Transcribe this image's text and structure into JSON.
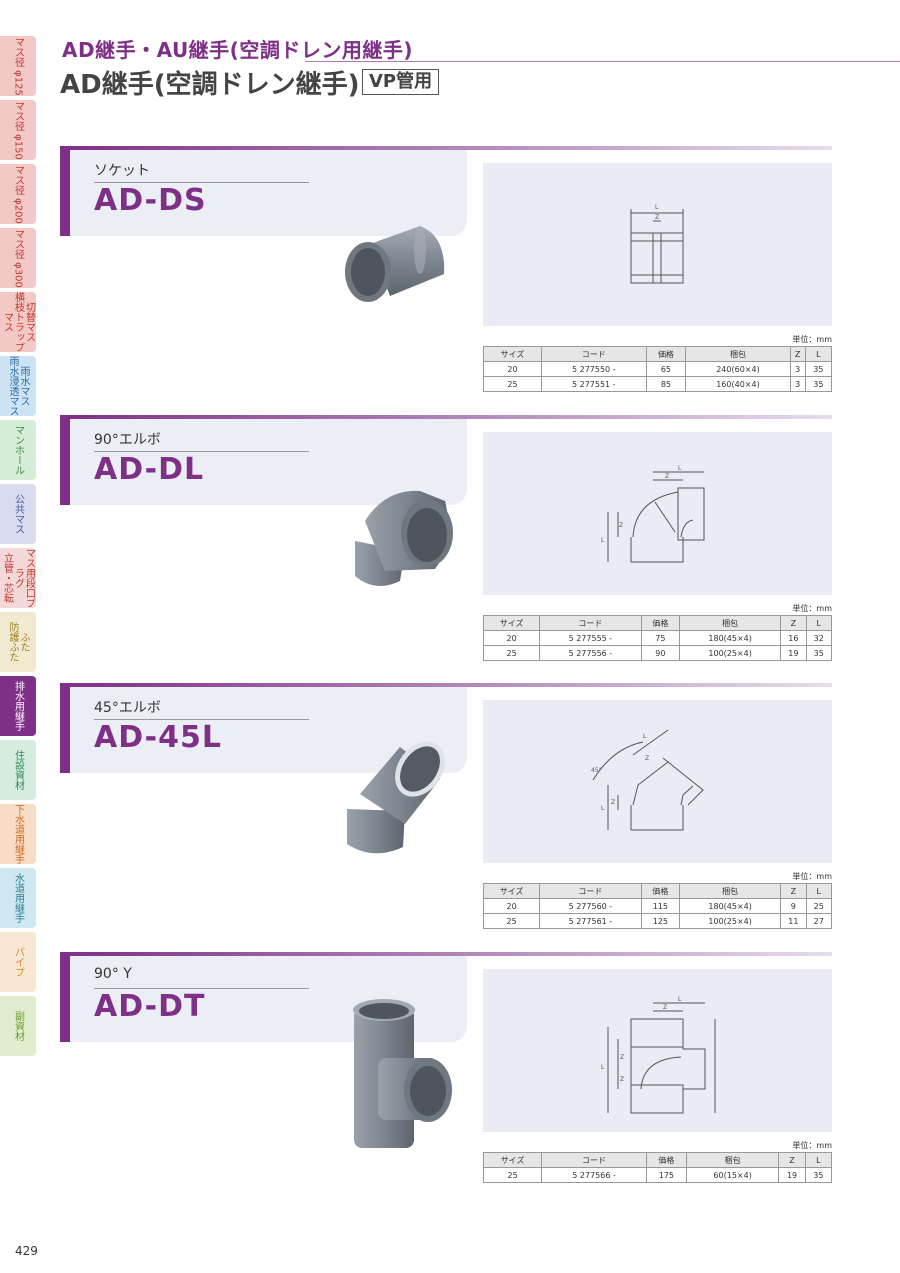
{
  "side_tabs": [
    {
      "label": "マス径 φ125",
      "bg": "#f2c9c6",
      "fg": "#c0392b"
    },
    {
      "label": "マス径 φ150",
      "bg": "#f2c9c6",
      "fg": "#c0392b"
    },
    {
      "label": "マス径 φ200",
      "bg": "#f2c9c6",
      "fg": "#c0392b"
    },
    {
      "label": "マス径 φ300",
      "bg": "#f2c9c6",
      "fg": "#c0392b"
    },
    {
      "label": "切替マス\n横枝トラップマス",
      "bg": "#f2c9c6",
      "fg": "#c0392b"
    },
    {
      "label": "雨水マス\n雨水浸透マス",
      "bg": "#cde3f3",
      "fg": "#2c6da8"
    },
    {
      "label": "マンホール",
      "bg": "#d7ecd6",
      "fg": "#3d8b3d"
    },
    {
      "label": "公共マス",
      "bg": "#d9dcef",
      "fg": "#4a57a6"
    },
    {
      "label": "マス用段口プラグ\n立管・芯転",
      "bg": "#f4d7d8",
      "fg": "#c0392b"
    },
    {
      "label": "ふた\n防護ふた",
      "bg": "#f1ead0",
      "fg": "#a08020"
    },
    {
      "label": "排水用継手",
      "bg": "#7e2f86",
      "fg": "#ffffff",
      "active": true
    },
    {
      "label": "住設資材",
      "bg": "#d5ecdf",
      "fg": "#2f8a5a"
    },
    {
      "label": "下水道用継手",
      "bg": "#f7dcc6",
      "fg": "#d2691e"
    },
    {
      "label": "水道用継手",
      "bg": "#cfe7ee",
      "fg": "#2a7f99"
    },
    {
      "label": "パイプ",
      "bg": "#f8e7d2",
      "fg": "#d48c2c"
    },
    {
      "label": "副資材",
      "bg": "#e1edcf",
      "fg": "#6a9a2a"
    }
  ],
  "header": {
    "subtitle": "AD継手・AU継手(空調ドレン用継手)",
    "title": "AD継手(空調ドレン継手)",
    "badge": "VP管用"
  },
  "table_headers": [
    "サイズ",
    "コード",
    "価格",
    "梱包",
    "Z",
    "L"
  ],
  "unit_label": "単位：mm",
  "sections": [
    {
      "subtitle": "ソケット",
      "code": "AD-DS",
      "rows": [
        [
          "20",
          "5 277550 -",
          "65",
          "240(60×4)",
          "3",
          "35"
        ],
        [
          "25",
          "5 277551 -",
          "85",
          "160(40×4)",
          "3",
          "35"
        ]
      ]
    },
    {
      "subtitle": "90°エルボ",
      "code": "AD-DL",
      "rows": [
        [
          "20",
          "5 277555 -",
          "75",
          "180(45×4)",
          "16",
          "32"
        ],
        [
          "25",
          "5 277556 -",
          "90",
          "100(25×4)",
          "19",
          "35"
        ]
      ]
    },
    {
      "subtitle": "45°エルボ",
      "code": "AD-45L",
      "rows": [
        [
          "20",
          "5 277560 -",
          "115",
          "180(45×4)",
          "9",
          "25"
        ],
        [
          "25",
          "5 277561 -",
          "125",
          "100(25×4)",
          "11",
          "27"
        ]
      ]
    },
    {
      "subtitle": "90° Y",
      "code": "AD-DT",
      "rows": [
        [
          "25",
          "5 277566 -",
          "175",
          "60(15×4)",
          "19",
          "35"
        ]
      ]
    }
  ],
  "page_number": "429",
  "colors": {
    "accent": "#7e2f86",
    "panel": "#eceef6",
    "pipe": "#7d8590"
  }
}
